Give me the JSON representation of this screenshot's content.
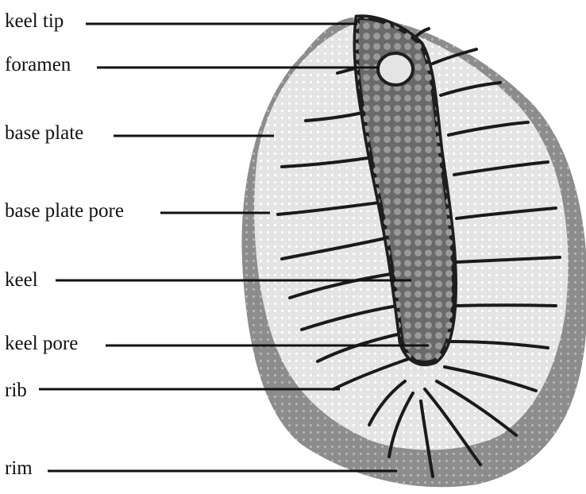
{
  "labels": {
    "keel_tip": "keel tip",
    "foramen": "foramen",
    "base_plate": "base plate",
    "base_plate_pore": "base plate pore",
    "keel": "keel",
    "keel_pore": "keel pore",
    "rib": "rib",
    "rim": "rim"
  },
  "colors": {
    "rim": "#8c8c8c",
    "base_plate": "#e4e4e4",
    "keel": "#6a6a6a",
    "keel_outline": "#1e1e1e",
    "rib": "#1a1a1a",
    "leader_line": "#111111"
  }
}
